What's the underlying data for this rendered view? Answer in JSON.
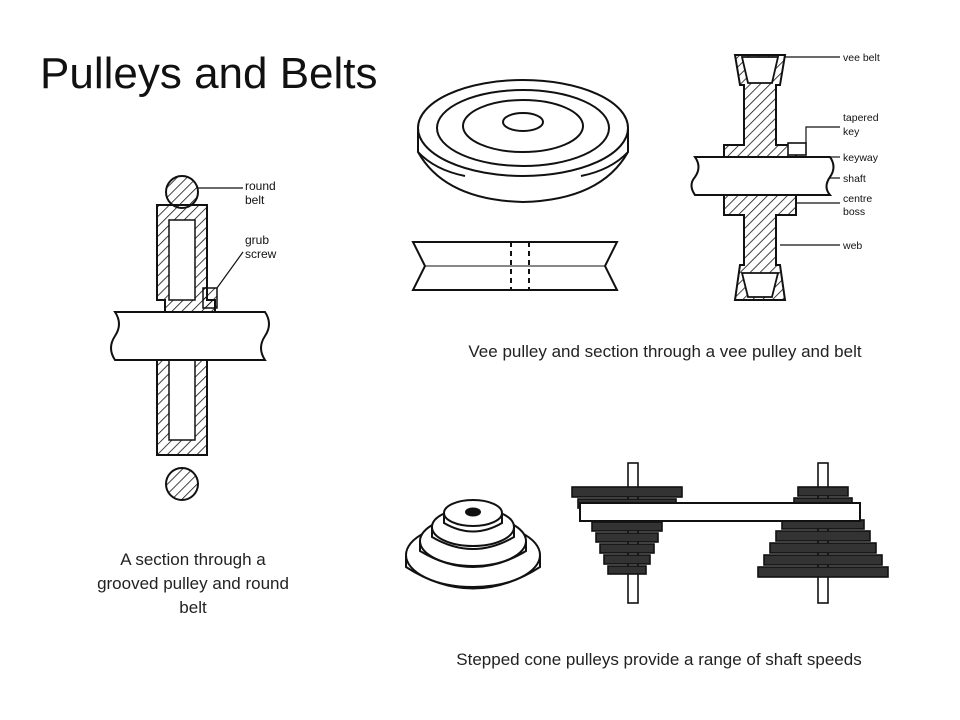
{
  "slide": {
    "title": "Pulleys and Belts"
  },
  "figures": {
    "round_belt": {
      "caption": "A section through a grooved pulley and round belt",
      "labels": {
        "round_belt": [
          "round",
          "belt"
        ],
        "grub_screw": [
          "grub",
          "screw"
        ]
      }
    },
    "vee_pulley": {
      "caption": "Vee pulley and section through a vee pulley and belt",
      "labels": {
        "vee_belt": "vee belt",
        "tapered_key": [
          "tapered",
          "key"
        ],
        "keyway": "keyway",
        "shaft": "shaft",
        "centre_boss": [
          "centre",
          "boss"
        ],
        "web": "web"
      }
    },
    "cone_pulleys": {
      "caption": "Stepped cone pulleys provide a range of shaft speeds"
    }
  },
  "colors": {
    "ink": "#111111",
    "background": "#ffffff"
  }
}
